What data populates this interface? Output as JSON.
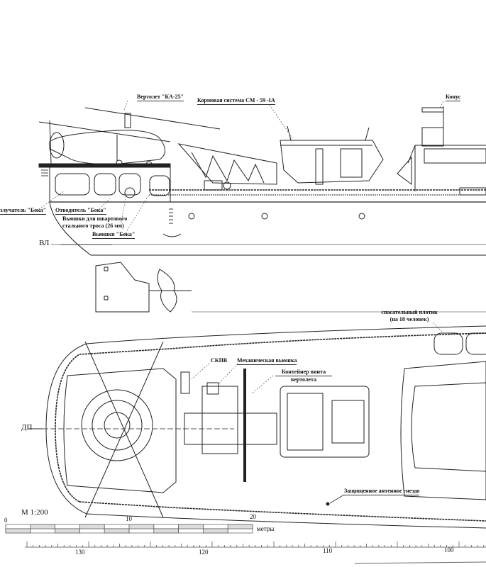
{
  "side_view": {
    "helicopter_label": "Вертолет \"КА-25\"",
    "stern_system_label": "Кормовая система СМ - 59 -IA",
    "cone_label": "Конус",
    "emitter_label": "Излучатель \"Бока\"",
    "diverter_label": "Отводитель \"Бока\"",
    "mooring_reels_line1": "Вьюшки для швартового",
    "mooring_reels_line2": "стального троса (26 мм)",
    "boka_reels_label": "Вьюшки \"Бока\"",
    "waterline_label": "ВЛ"
  },
  "top_view": {
    "liferaft_line1": "спасательный плотик",
    "liferaft_line2": "(на 18 человек)",
    "skpv_label": "СКПВ",
    "mech_reel_label": "Механическая вьюшка",
    "rotor_container_line1": "Контейнер винта",
    "rotor_container_line2": "вертолета",
    "centerline_label": "ДП",
    "antenna_label": "Защищенное антенное гнездо"
  },
  "scale": {
    "title": "М 1:200",
    "ticks": [
      "0",
      "10",
      "20"
    ],
    "unit": "метры"
  },
  "frame_ruler": {
    "ticks": [
      "130",
      "120",
      "110",
      "100"
    ]
  }
}
